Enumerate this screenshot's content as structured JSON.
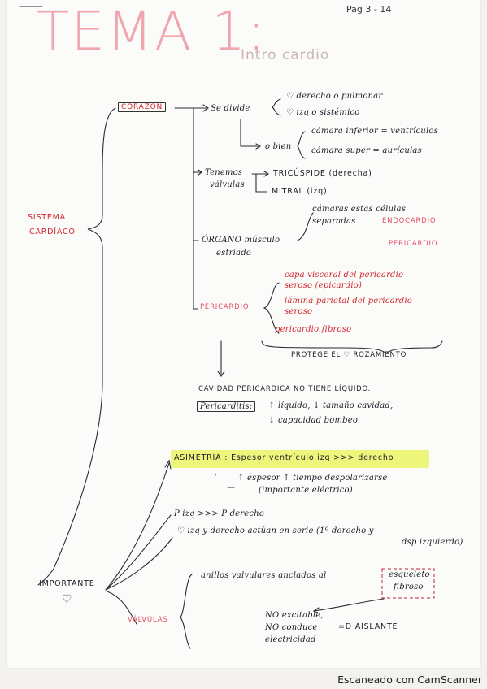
{
  "header": {
    "page_ref": "Pag 3 - 14",
    "title": "TEMA 1:",
    "subtitle": "Intro cardio"
  },
  "root_labels": {
    "sistema": "SISTEMA",
    "cardiaco": "CARDÍACO"
  },
  "corazon": {
    "label": "CORAZÓN",
    "se_divide": "Se divide",
    "derecho": "♡ derecho o pulmonar",
    "izquierdo": "♡ izq o sistémico",
    "o_bien": "o bien",
    "camara_inferior": "cámara inferior = ventrículos",
    "camara_superior": "cámara super = aurículas",
    "valvulas_1": "Tenemos",
    "valvulas_2": "válvulas",
    "tricuspide": "TRICÚSPIDE (derecha)",
    "mitral": "MITRAL (izq)",
    "organo_1": "ÓRGANO músculo",
    "organo_2": "estriado",
    "camaras_1": "cámaras estas células",
    "camaras_2": "separadas",
    "endocardio": "ENDOCARDIO",
    "pericardio_sub": "PERICARDIO",
    "pericardio": "PERICARDIO",
    "capa_visceral_1": "capa visceral del pericardio",
    "capa_visceral_2": "seroso (epicardio)",
    "lamina_1": "lámina parietal del pericardio",
    "lamina_2": "seroso",
    "fibroso": "pericardio fibroso",
    "protege": "PROTEGE EL ♡ ROZAMIENTO"
  },
  "cavidad": {
    "line1": "CAVIDAD PERICÁRDICA NO TIENE LÍQUIDO.",
    "pericarditis": "Pericarditis:",
    "line2": "↑ líquido, ↓ tamaño cavidad,",
    "line3": "↓ capacidad bombeo"
  },
  "importante": {
    "label": "IMPORTANTE",
    "heart": "♡",
    "asimetria": "ASIMETRÍA : Espesor ventrículo izq >>> derecho",
    "espesor_1": "↑ espesor ↑ tiempo despolarizarse",
    "espesor_2": "(importante eléctrico)",
    "presion": "P izq >>> P derecho",
    "serie_1": "♡ izq y derecho actúan en serie (1º derecho y",
    "serie_2": "dsp izquierdo)",
    "anillos": "anillos valvulares anclados al",
    "esqueleto_1": "esqueleto",
    "esqueleto_2": "fibroso",
    "valvulas": "VÁLVULAS",
    "no_excitable": "NO excitable,",
    "no_conduce": "NO conduce",
    "electricidad": "electricidad",
    "aislante": "=D AISLANTE"
  },
  "footer": "Escaneado con CamScanner",
  "colors": {
    "title_pink": "#f0a6ae",
    "red_ink": "#d0262c",
    "highlight": "#eef57b"
  }
}
